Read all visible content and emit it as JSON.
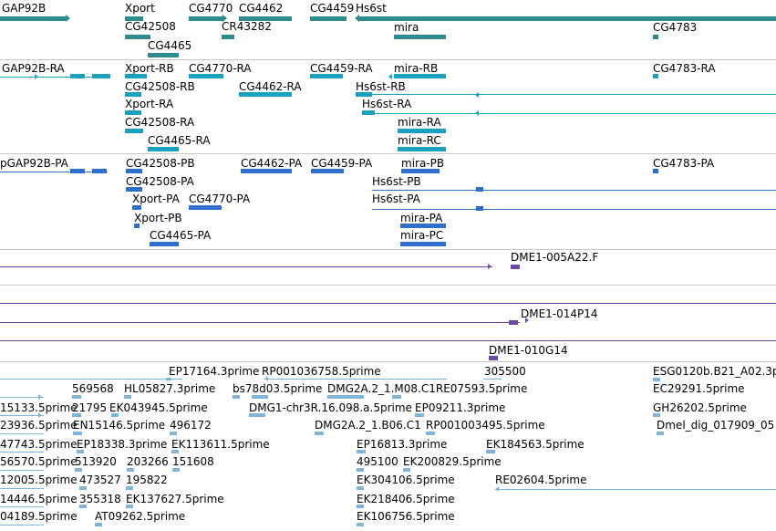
{
  "colors": {
    "gene": "#2e8b8b",
    "mrna": "#17a0bf",
    "protein": "#2e6fce",
    "bac": "#6a4aa8",
    "est": "#7fb5d8"
  },
  "genes": [
    "GAP92B",
    "Xport",
    "CG4770",
    "CG4462",
    "CG4459",
    "Hs6st",
    "CG42508",
    "CR43282",
    "mira",
    "CG4783",
    "CG4465"
  ],
  "mrnas": [
    "GAP92B-RA",
    "Xport-RB",
    "CG4770-RA",
    "CG4459-RA",
    "mira-RB",
    "CG4783-RA",
    "CG42508-RB",
    "CG4462-RA",
    "Hs6st-RB",
    "Xport-RA",
    "Hs6st-RA",
    "CG42508-RA",
    "mira-RA",
    "CG4465-RA",
    "mira-RC"
  ],
  "proteins": [
    "pGAP92B-PA",
    "CG42508-PB",
    "CG4462-PA",
    "CG4459-PA",
    "mira-PB",
    "CG4783-PA",
    "CG42508-PA",
    "Hs6st-PB",
    "Xport-PA",
    "CG4770-PA",
    "Hs6st-PA",
    "Xport-PB",
    "mira-PA",
    "CG4465-PA",
    "mira-PC"
  ],
  "bacs": [
    "DME1-005A22.F",
    "DME1-014P14",
    "DME1-010G14"
  ],
  "ests": [
    "EP17164.3prime",
    "RP001036758.5prime",
    "305500",
    "ESG0120b.B21_A02.3p",
    "569568",
    "HL05827.3prime",
    "bs78d03.5prime",
    "DMG2A.2_1.M08.C1RE07593.5prime",
    "EC29291.5prime",
    "15133.5prime",
    "21795",
    "EK043945.5prime",
    "DMG1-chr3R.16.098.a.5prime",
    "EP09211.3prime",
    "GH26202.5prime",
    "23936.5prime",
    "EN15146.5prime",
    "496172",
    "DMG2A.2_1.B06.C1",
    "RP001003495.5prime",
    "Dmel_dig_017909_05",
    "47743.5prime",
    "EP18338.3prime",
    "EK113611.5prime",
    "EP16813.3prime",
    "EK184563.5prime",
    "56570.5prime",
    "513920",
    "203266",
    "151608",
    "495100",
    "EK200829.5prime",
    "12005.5prime",
    "473527",
    "195822",
    "EK304106.5prime",
    "RE02604.5prime",
    "14446.5prime",
    "355318",
    "EK137627.5prime",
    "EK218406.5prime",
    "04189.5prime",
    "AT09262.5prime",
    "EK106756.5prime"
  ]
}
